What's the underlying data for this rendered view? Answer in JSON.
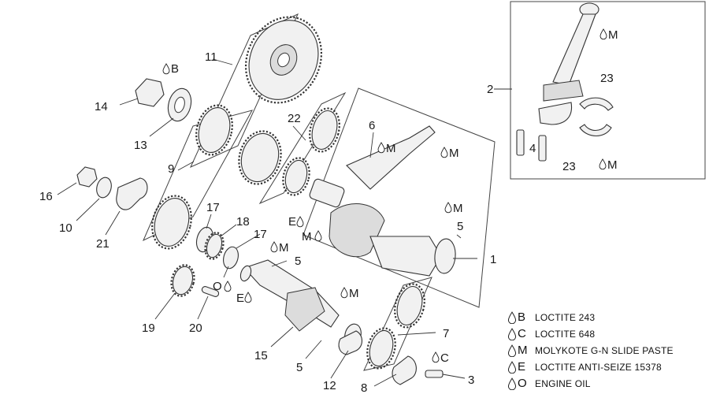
{
  "diagram": {
    "callouts": {
      "n1": "1",
      "n2": "2",
      "n3": "3",
      "n4": "4",
      "n5a": "5",
      "n5b": "5",
      "n5c": "5",
      "n6": "6",
      "n7": "7",
      "n8": "8",
      "n9": "9",
      "n10": "10",
      "n11": "11",
      "n12": "12",
      "n13": "13",
      "n14": "14",
      "n15": "15",
      "n16": "16",
      "n17a": "17",
      "n17b": "17",
      "n18": "18",
      "n19": "19",
      "n20": "20",
      "n21": "21",
      "n22": "22",
      "n23a": "23",
      "n23b": "23"
    },
    "drop_codes": {
      "b14": "B",
      "m_rod_box": "M",
      "m_shell_box": "M",
      "m6": "M",
      "m_rod": "M",
      "e_crank": "E",
      "m_crank": "M",
      "m_crank_right": "M",
      "m_upper": "M",
      "o_left": "O",
      "e_lower": "E",
      "m_lower": "M",
      "c3": "C"
    }
  },
  "legend": {
    "items": [
      {
        "code": "B",
        "text": "LOCTITE 243"
      },
      {
        "code": "C",
        "text": "LOCTITE 648"
      },
      {
        "code": "M",
        "text": "MOLYKOTE G-N SLIDE PASTE"
      },
      {
        "code": "E",
        "text": "LOCTITE ANTI-SEIZE 15378"
      },
      {
        "code": "O",
        "text": "ENGINE OIL"
      }
    ]
  }
}
